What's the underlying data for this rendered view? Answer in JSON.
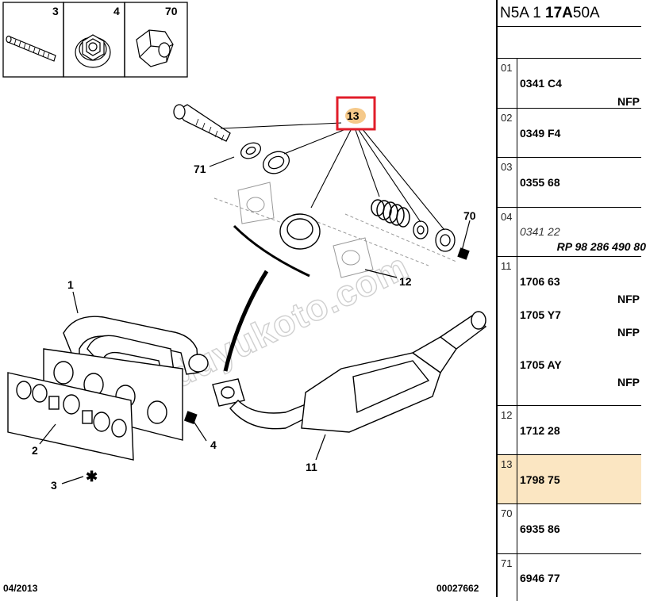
{
  "header": {
    "model_a": "N5A 1",
    "model_b": "17A",
    "model_c": "50A"
  },
  "diagram": {
    "inset_labels": [
      "3",
      "4",
      "70"
    ],
    "callouts": [
      "1",
      "2",
      "3",
      "4",
      "11",
      "12",
      "13",
      "70",
      "71"
    ],
    "footer_date": "04/2013",
    "footer_code": "00027662",
    "watermark": "duyukoto.com",
    "highlight_color": "#e11d2a"
  },
  "refs": [
    {
      "num": "01",
      "lines": [
        {
          "text": "0341 C4",
          "style": "bold"
        }
      ],
      "nfp": [
        "NFP"
      ]
    },
    {
      "num": "02",
      "lines": [
        {
          "text": "0349 F4",
          "style": "bold"
        }
      ],
      "nfp": []
    },
    {
      "num": "03",
      "lines": [
        {
          "text": "0355 68",
          "style": "bold"
        }
      ],
      "nfp": []
    },
    {
      "num": "04",
      "lines": [
        {
          "text": "0341 22",
          "style": "italic"
        },
        {
          "text": "RP 98 286 490 80",
          "style": "italic-bold"
        }
      ],
      "nfp": []
    },
    {
      "num": "11",
      "lines": [
        {
          "text": "1706 63",
          "style": "bold"
        },
        {
          "text": "1705 Y7",
          "style": "bold"
        },
        {
          "text": "1705 AY",
          "style": "bold"
        }
      ],
      "nfp": [
        "NFP",
        "NFP",
        "NFP"
      ]
    },
    {
      "num": "12",
      "lines": [
        {
          "text": "1712 28",
          "style": "bold"
        }
      ],
      "nfp": []
    },
    {
      "num": "13",
      "lines": [
        {
          "text": "1798 75",
          "style": "bold"
        }
      ],
      "nfp": [],
      "highlight": true
    },
    {
      "num": "70",
      "lines": [
        {
          "text": "6935 86",
          "style": "bold"
        }
      ],
      "nfp": []
    },
    {
      "num": "71",
      "lines": [
        {
          "text": "6946 77",
          "style": "bold"
        }
      ],
      "nfp": []
    }
  ]
}
